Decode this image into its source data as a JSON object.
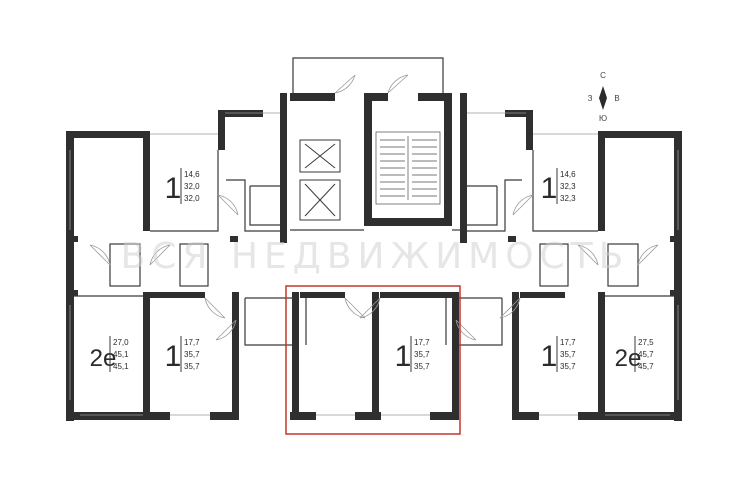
{
  "watermark": "ВСЯ НЕДВИЖИМОСТЬ",
  "compass": {
    "north": "С",
    "south": "Ю",
    "west": "З",
    "east": "В"
  },
  "apartments": [
    {
      "rooms": "1",
      "areas": [
        "14,6",
        "32,0",
        "32,0"
      ]
    },
    {
      "rooms": "1",
      "areas": [
        "14,6",
        "32,3",
        "32,3"
      ]
    },
    {
      "rooms": "2е",
      "areas": [
        "27,0",
        "45,1",
        "45,1"
      ]
    },
    {
      "rooms": "1",
      "areas": [
        "17,7",
        "35,7",
        "35,7"
      ]
    },
    {
      "rooms": "1",
      "areas": [
        "17,7",
        "35,7",
        "35,7"
      ],
      "selected": true
    },
    {
      "rooms": "1",
      "areas": [
        "17,7",
        "35,7",
        "35,7"
      ]
    },
    {
      "rooms": "2е",
      "areas": [
        "27,5",
        "45,7",
        "45,7"
      ]
    }
  ],
  "colors": {
    "wall": "#2f2f2f",
    "selection": "#c0392b",
    "watermark": "#d2d2d2"
  }
}
